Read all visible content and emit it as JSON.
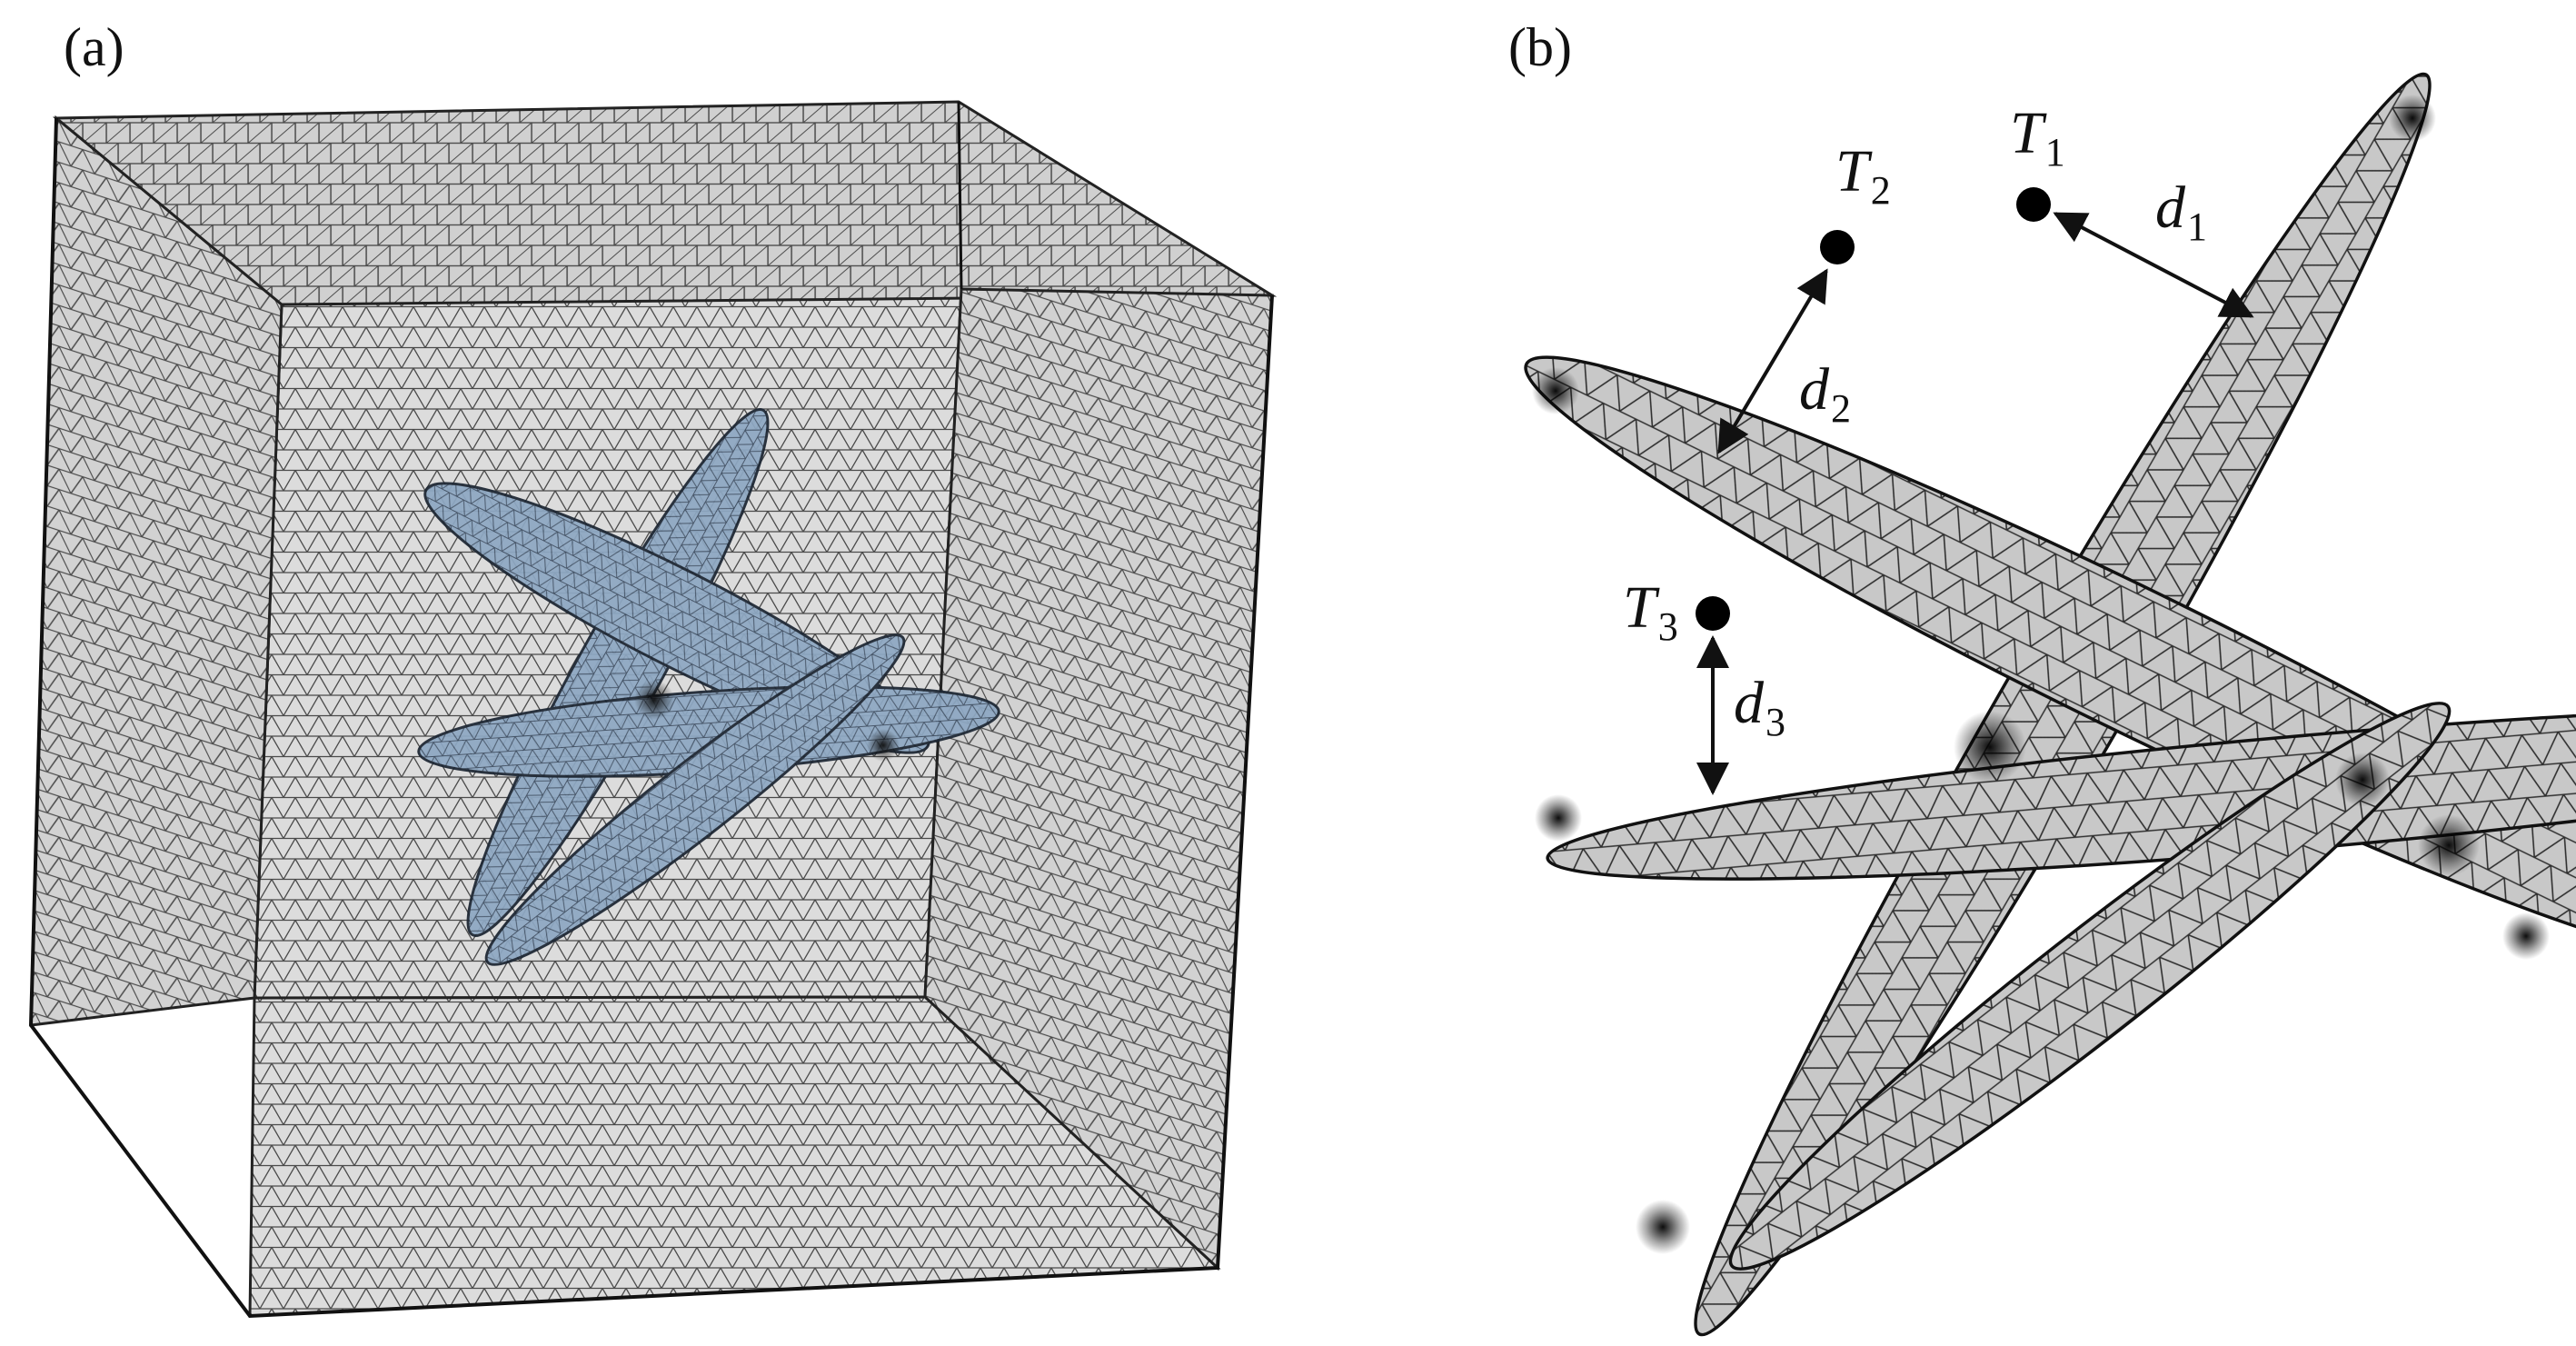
{
  "panels": {
    "a": {
      "label": "(a)"
    },
    "b": {
      "label": "(b)"
    }
  },
  "points": [
    {
      "id": "T1",
      "symbol": "T",
      "subscript": "1",
      "distance_symbol": "d",
      "distance_subscript": "1"
    },
    {
      "id": "T2",
      "symbol": "T",
      "subscript": "2",
      "distance_symbol": "d",
      "distance_subscript": "2"
    },
    {
      "id": "T3",
      "symbol": "T",
      "subscript": "3",
      "distance_symbol": "d",
      "distance_subscript": "3"
    }
  ],
  "colors": {
    "mesh_line": "#3a3a3a",
    "cube_fill": "#d9d9d9",
    "fracture_fill_a": "#8fa8c4",
    "fracture_fill_b": "#c9c9c9",
    "edge": "#111111"
  }
}
